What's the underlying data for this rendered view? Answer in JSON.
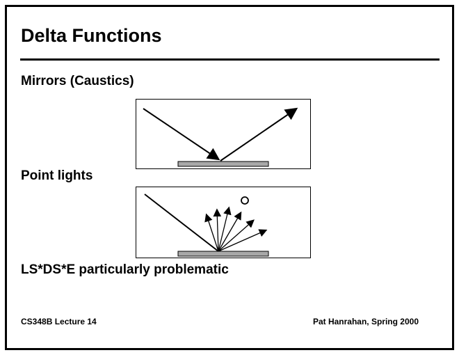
{
  "slide": {
    "title": "Delta Functions",
    "sections": {
      "mirrors": {
        "label": "Mirrors (Caustics)"
      },
      "point_lights": {
        "label": "Point lights"
      }
    },
    "note": "LS*DS*E particularly problematic",
    "footer": {
      "left": "CS348B Lecture 14",
      "right": "Pat Hanrahan, Spring 2000"
    },
    "colors": {
      "line": "#000000",
      "surface_fill": "#a8a8a8"
    }
  }
}
